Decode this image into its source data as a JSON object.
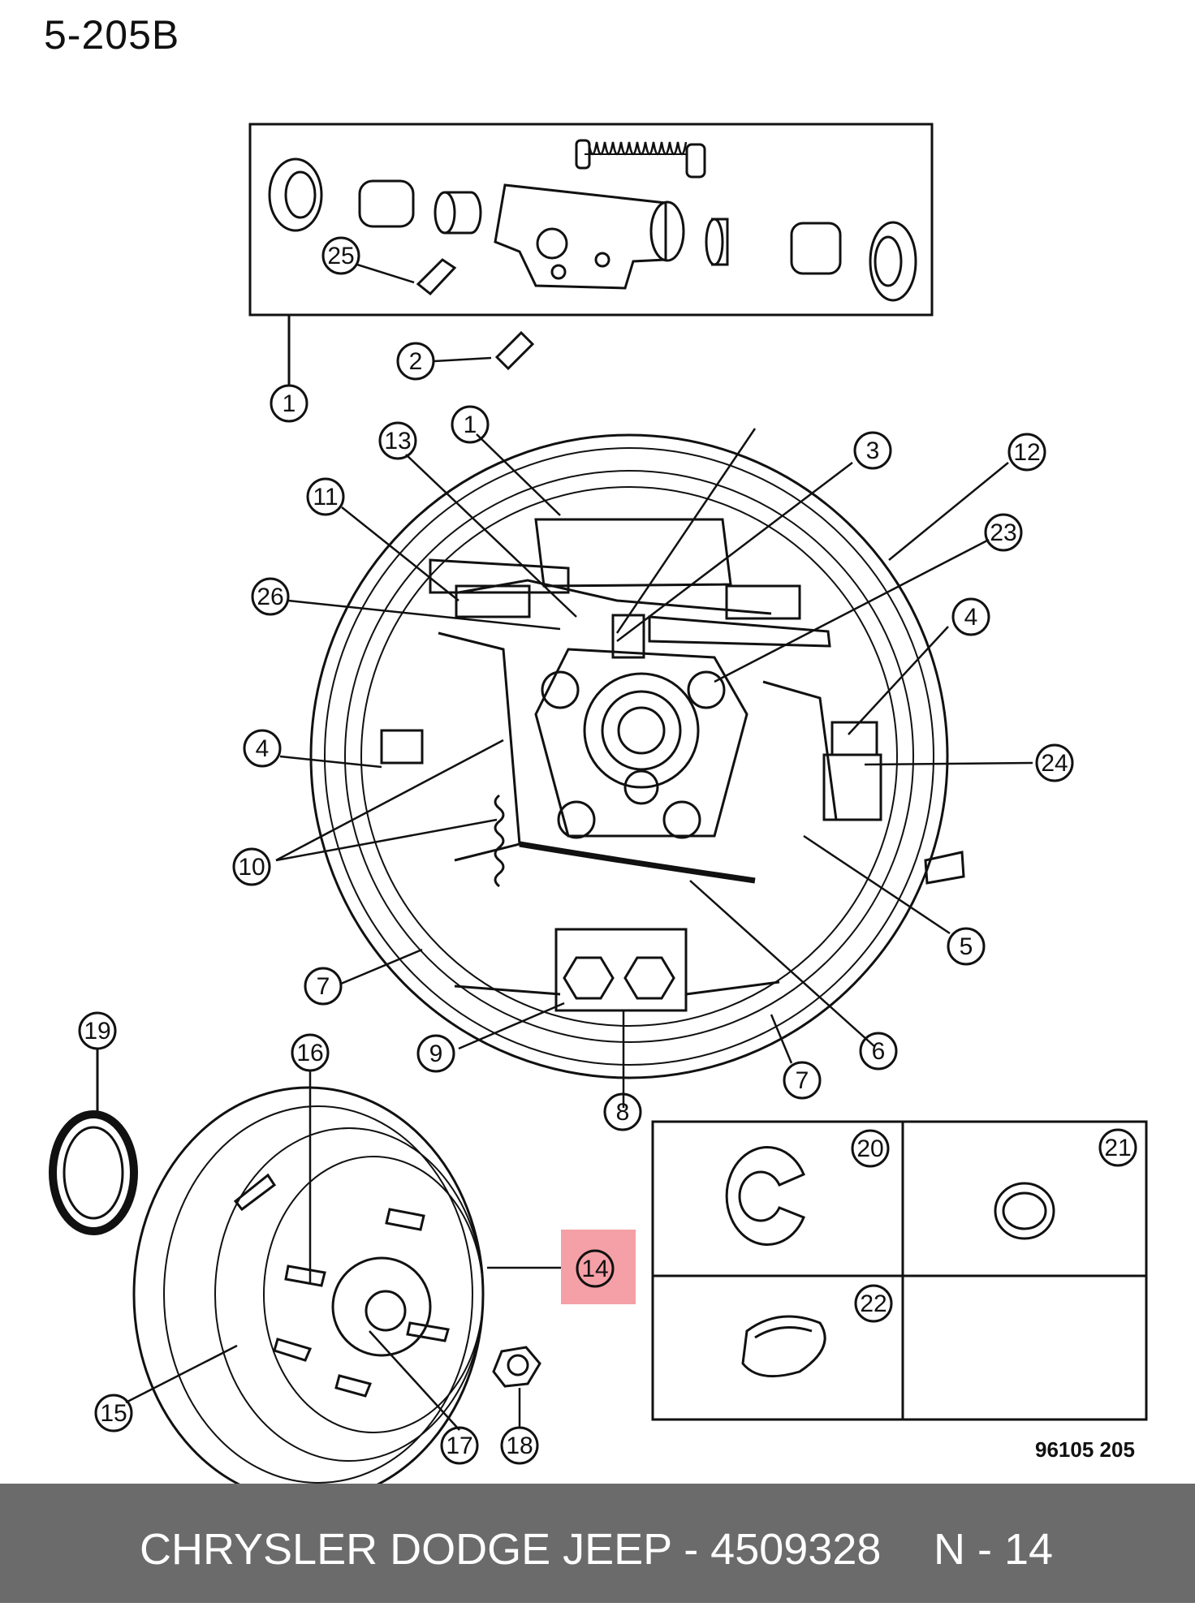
{
  "diagram": {
    "code": "5-205B",
    "figure_ref": "96105  205",
    "highlight_color": "#f4a0a6",
    "callouts": {
      "c1a": "1",
      "c1b": "1",
      "c2": "2",
      "c3": "3",
      "c4a": "4",
      "c4b": "4",
      "c5": "5",
      "c6": "6",
      "c7a": "7",
      "c7b": "7",
      "c8": "8",
      "c9": "9",
      "c10": "10",
      "c11": "11",
      "c12": "12",
      "c13": "13",
      "c14": "14",
      "c15": "15",
      "c16": "16",
      "c17": "17",
      "c18": "18",
      "c19": "19",
      "c20": "20",
      "c21": "21",
      "c22": "22",
      "c23": "23",
      "c24": "24",
      "c25": "25",
      "c26": "26"
    }
  },
  "footer": {
    "brand": "CHRYSLER DODGE JEEP - 4509328",
    "ref": "N - 14"
  }
}
